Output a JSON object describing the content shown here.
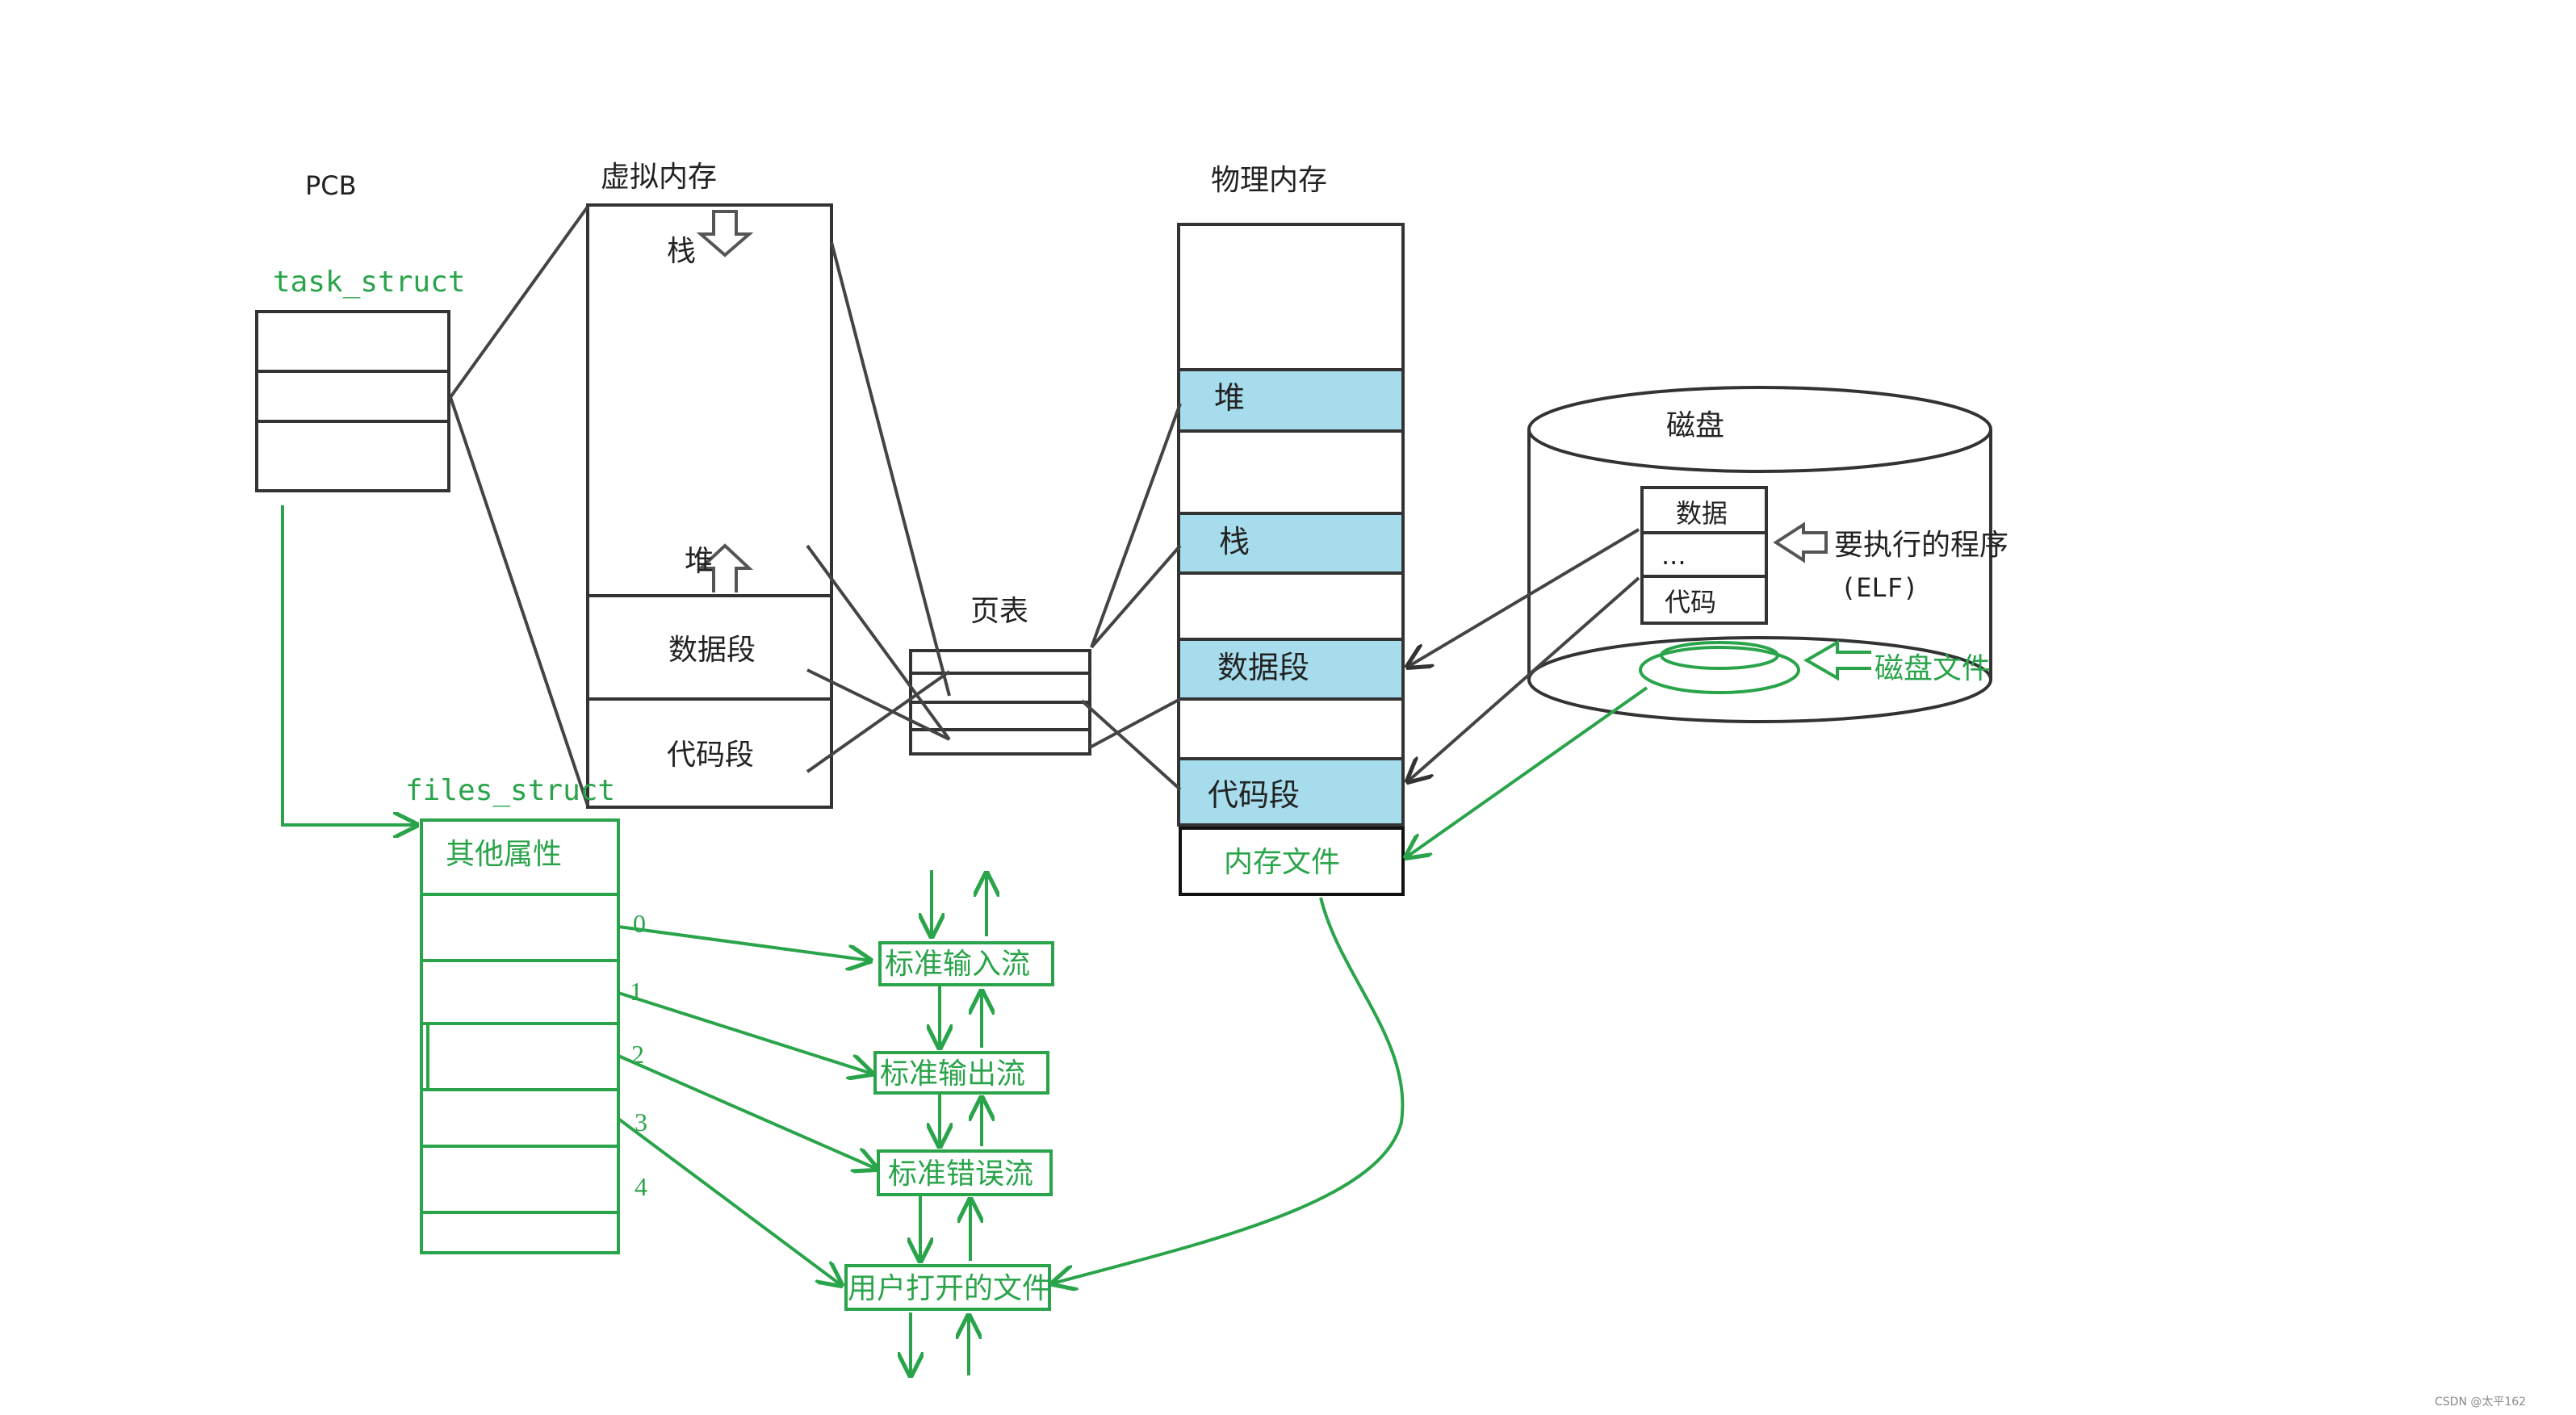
{
  "labels": {
    "pcb": "PCB",
    "task_struct": "task_struct",
    "virtual_memory": "虚拟内存",
    "virt_stack": "栈",
    "virt_heap": "堆",
    "virt_data_segment": "数据段",
    "virt_code_segment": "代码段",
    "page_table": "页表",
    "physical_memory": "物理内存",
    "phys_heap": "堆",
    "phys_stack": "栈",
    "phys_data_segment": "数据段",
    "phys_code_segment": "代码段",
    "memory_file": "内存文件",
    "disk": "磁盘",
    "disk_data": "数据",
    "disk_ellipsis": "...",
    "disk_code": "代码",
    "program_to_run": "要执行的程序",
    "elf": "(ELF)",
    "disk_file": "磁盘文件",
    "files_struct": "files_struct",
    "other_attributes": "其他属性",
    "fd0": "0",
    "fd1": "1",
    "fd2": "2",
    "fd3": "3",
    "fd4": "4",
    "stdin": "标准输入流",
    "stdout": "标准输出流",
    "stderr": "标准错误流",
    "user_files": "用户打开的文件",
    "watermark": "CSDN @太平162"
  },
  "colors": {
    "ink": "#333333",
    "green": "#2aa44a",
    "segment_fill": "#a6dcec"
  }
}
